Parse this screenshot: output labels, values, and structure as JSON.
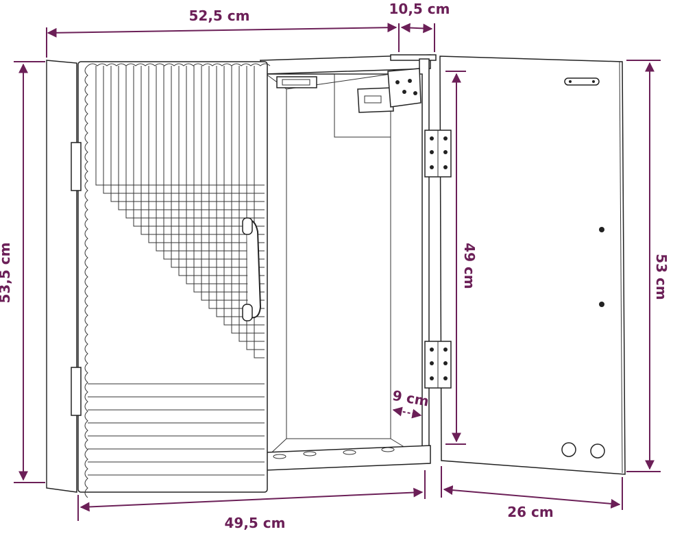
{
  "dimensions": {
    "top_width": "52,5 cm",
    "depth": "10,5 cm",
    "left_height": "53,5 cm",
    "inner_height": "49 cm",
    "door_height": "53 cm",
    "shelf_depth": "9 cm",
    "bottom_width": "49,5 cm",
    "door_width": "26 cm"
  },
  "colors": {
    "dimension": "#6b1f57",
    "outline": "#222222",
    "background": "#ffffff"
  }
}
